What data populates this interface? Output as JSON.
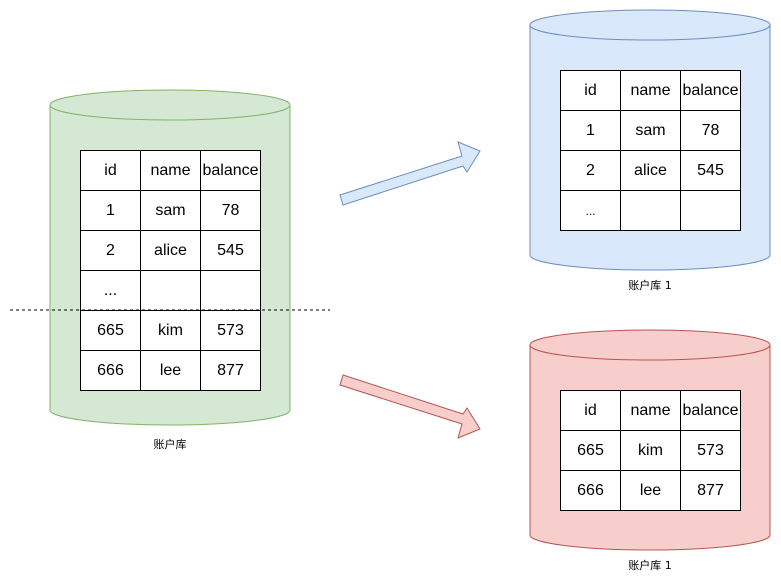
{
  "colors": {
    "green_fill": "#d5e8d4",
    "green_stroke": "#82b366",
    "blue_fill": "#dae8fc",
    "blue_stroke": "#6c8ebf",
    "red_fill": "#f8cecc",
    "red_stroke": "#b85450"
  },
  "source": {
    "caption": "账户库",
    "header": [
      "id",
      "name",
      "balance"
    ],
    "rows": [
      [
        "1",
        "sam",
        "78"
      ],
      [
        "2",
        "alice",
        "545"
      ],
      [
        "...",
        "",
        ""
      ],
      [
        "665",
        "kim",
        "573"
      ],
      [
        "666",
        "lee",
        "877"
      ]
    ]
  },
  "shard1": {
    "caption": "账户库 1",
    "header": [
      "id",
      "name",
      "balance"
    ],
    "rows": [
      [
        "1",
        "sam",
        "78"
      ],
      [
        "2",
        "alice",
        "545"
      ],
      [
        "...",
        "",
        ""
      ]
    ]
  },
  "shard2": {
    "caption": "账户库 1",
    "header": [
      "id",
      "name",
      "balance"
    ],
    "rows": [
      [
        "665",
        "kim",
        "573"
      ],
      [
        "666",
        "lee",
        "877"
      ]
    ]
  },
  "icons": {
    "arrow_up": "block-arrow-up-right",
    "arrow_down": "block-arrow-down-right",
    "split_line": "dashed-split-line"
  }
}
